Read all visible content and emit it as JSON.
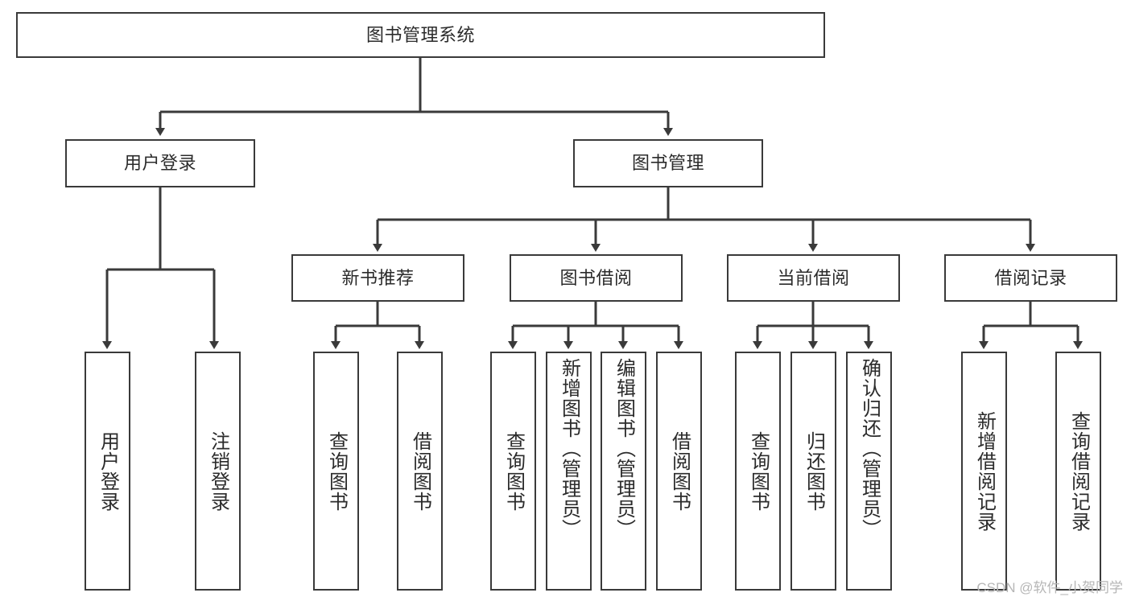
{
  "diagram": {
    "title": "图书管理系统",
    "root": {
      "label": "图书管理系统"
    },
    "level2": [
      {
        "label": "用户登录"
      },
      {
        "label": "图书管理"
      }
    ],
    "level3": [
      {
        "label": "新书推荐"
      },
      {
        "label": "图书借阅"
      },
      {
        "label": "当前借阅"
      },
      {
        "label": "借阅记录"
      }
    ],
    "leaves": {
      "user_login": [
        {
          "label": "用户登录"
        },
        {
          "label": "注销登录"
        }
      ],
      "new_book": [
        {
          "label": "查询图书"
        },
        {
          "label": "借阅图书"
        }
      ],
      "book_borrow": [
        {
          "label": "查询图书"
        },
        {
          "label": "新增图书（管理员）"
        },
        {
          "label": "编辑图书（管理员）"
        },
        {
          "label": "借阅图书"
        }
      ],
      "current_borrow": [
        {
          "label": "查询图书"
        },
        {
          "label": "归还图书"
        },
        {
          "label": "确认归还（管理员）"
        }
      ],
      "borrow_record": [
        {
          "label": "新增借阅记录"
        },
        {
          "label": "查询借阅记录"
        }
      ]
    }
  },
  "watermark": {
    "text": "CSDN @软件_小贺同学"
  },
  "colors": {
    "stroke": "#3a3a3a",
    "text": "#2b2b2b",
    "background": "#ffffff",
    "watermark": "#b6b6b6"
  }
}
